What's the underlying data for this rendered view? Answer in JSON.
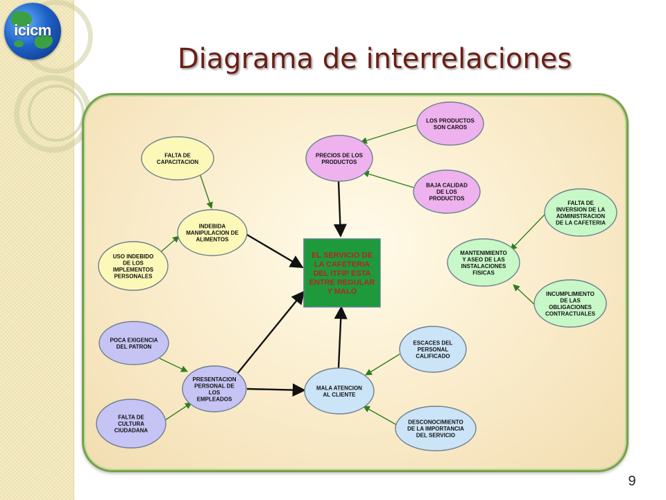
{
  "slide": {
    "title": "Diagrama de interrelaciones",
    "number": "9",
    "logo_text": "icicm"
  },
  "colors": {
    "title": "#6b1e14",
    "center_fill": "#1e9a3c",
    "center_text": "#b3261e",
    "yellow": "#fcf9b8",
    "pink": "#eeb2ee",
    "green": "#c8f7c8",
    "lavender": "#c6c4f4",
    "blue": "#cbe4f7",
    "arrow_black": "#111111",
    "arrow_green": "#2e7d1e"
  },
  "diagram": {
    "center": {
      "id": "center",
      "lines": [
        "EL SERVICIO DE",
        "LA CAFETERIA",
        "DEL ITFIP ESTA",
        "ENTRE REGULAR",
        "Y MALO"
      ]
    },
    "nodes": [
      {
        "id": "falta_capacitacion",
        "color": "yellow",
        "lines": [
          "FALTA DE",
          "CAPACITACION"
        ]
      },
      {
        "id": "indebida_manipulacion",
        "color": "yellow",
        "lines": [
          "INDEBIDA",
          "MANIPULACION DE",
          "ALIMENTOS"
        ]
      },
      {
        "id": "uso_indebido",
        "color": "yellow",
        "lines": [
          "USO INDEBIDO",
          "DE LOS",
          "IMPLEMENTOS",
          "PERSONALES"
        ]
      },
      {
        "id": "productos_caros",
        "color": "pink",
        "lines": [
          "LOS PRODUCTOS",
          "SON CAROS"
        ]
      },
      {
        "id": "precios",
        "color": "pink",
        "lines": [
          "PRECIOS DE LOS",
          "PRODUCTOS"
        ]
      },
      {
        "id": "baja_calidad",
        "color": "pink",
        "lines": [
          "BAJA CALIDAD",
          "DE LOS",
          "PRODUCTOS"
        ]
      },
      {
        "id": "falta_inversion",
        "color": "green",
        "lines": [
          "FALTA DE",
          "INVERSION DE LA",
          "ADMINISTRACION",
          "DE LA CAFETERIA"
        ]
      },
      {
        "id": "mantenimiento",
        "color": "green",
        "lines": [
          "MANTENIMIENTO",
          "Y ASEO DE LAS",
          "INSTALACIONES",
          "FISICAS"
        ]
      },
      {
        "id": "incumplimiento",
        "color": "green",
        "lines": [
          "INCUMPLIMIENTO",
          "DE LAS",
          "OBLIGACIONES",
          "CONTRACTUALES"
        ]
      },
      {
        "id": "poca_exigencia",
        "color": "lavender",
        "lines": [
          "POCA EXIGENCIA",
          "DEL PATRON"
        ]
      },
      {
        "id": "presentacion_personal",
        "color": "lavender",
        "lines": [
          "PRESENTACION",
          "PERSONAL DE",
          "LOS",
          "EMPLEADOS"
        ]
      },
      {
        "id": "falta_cultura",
        "color": "lavender",
        "lines": [
          "FALTA DE",
          "CULTURA",
          "CIUDADANA"
        ]
      },
      {
        "id": "escaces_personal",
        "color": "blue",
        "lines": [
          "ESCACES DEL",
          "PERSONAL",
          "CALIFICADO"
        ]
      },
      {
        "id": "mala_atencion",
        "color": "blue",
        "lines": [
          "MALA ATENCION",
          "AL CLIENTE"
        ]
      },
      {
        "id": "desconocimiento",
        "color": "blue",
        "lines": [
          "DESCONOCIMIENTO",
          "DE LA IMPORTANCIA",
          "DEL SERVICIO"
        ]
      }
    ],
    "edges": [
      {
        "from": "falta_capacitacion",
        "to": "indebida_manipulacion",
        "style": "green"
      },
      {
        "from": "uso_indebido",
        "to": "indebida_manipulacion",
        "style": "green"
      },
      {
        "from": "indebida_manipulacion",
        "to": "center",
        "style": "black"
      },
      {
        "from": "productos_caros",
        "to": "precios",
        "style": "green"
      },
      {
        "from": "baja_calidad",
        "to": "precios",
        "style": "green"
      },
      {
        "from": "precios",
        "to": "center",
        "style": "black"
      },
      {
        "from": "falta_inversion",
        "to": "mantenimiento",
        "style": "green"
      },
      {
        "from": "incumplimiento",
        "to": "mantenimiento",
        "style": "green"
      },
      {
        "from": "poca_exigencia",
        "to": "presentacion_personal",
        "style": "green"
      },
      {
        "from": "falta_cultura",
        "to": "presentacion_personal",
        "style": "green"
      },
      {
        "from": "presentacion_personal",
        "to": "center",
        "style": "black"
      },
      {
        "from": "presentacion_personal",
        "to": "mala_atencion",
        "style": "black"
      },
      {
        "from": "escaces_personal",
        "to": "mala_atencion",
        "style": "green"
      },
      {
        "from": "desconocimiento",
        "to": "mala_atencion",
        "style": "green"
      },
      {
        "from": "mala_atencion",
        "to": "center",
        "style": "black"
      }
    ]
  }
}
